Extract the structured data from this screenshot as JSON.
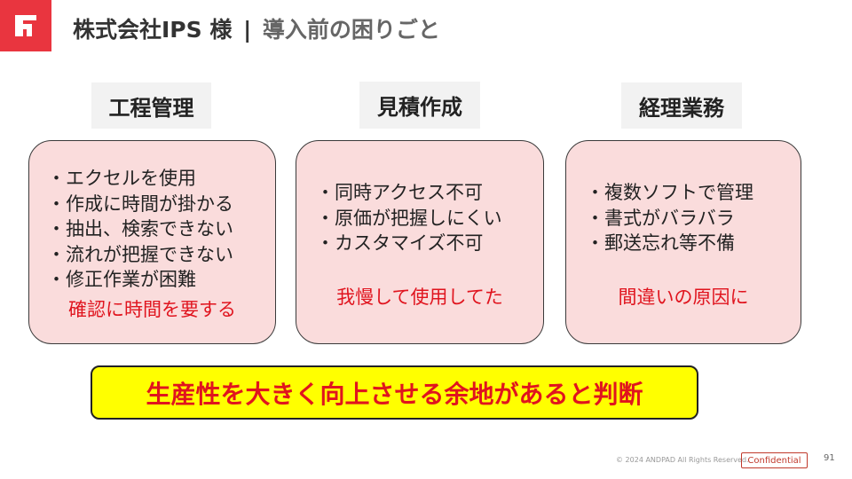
{
  "colors": {
    "brand": "#e9353f",
    "card": "#fadcdc",
    "accent_text": "#e0141e",
    "banner": "#ffff00"
  },
  "logo": {
    "icon": "brand-logo-icon"
  },
  "header": {
    "client": "株式会社IPS 様",
    "separator": "|",
    "subtitle": "導入前の困りごと"
  },
  "columns": [
    {
      "heading": "工程管理",
      "items": [
        "エクセルを使用",
        "作成に時間が掛かる",
        "抽出、検索できない",
        "流れが把握できない",
        "修正作業が困難"
      ],
      "note": "確認に時間を要する"
    },
    {
      "heading": "見積作成",
      "items": [
        "同時アクセス不可",
        "原価が把握しにくい",
        "カスタマイズ不可"
      ],
      "note": "我慢して使用してた"
    },
    {
      "heading": "経理業務",
      "items": [
        "複数ソフトで管理",
        "書式がバラバラ",
        "郵送忘れ等不備"
      ],
      "note": "間違いの原因に"
    }
  ],
  "banner": "生産性を大きく向上させる余地があると判断",
  "footer": {
    "copyright": "© 2024 ANDPAD All Rights Reserved.",
    "confidential": "Confidential",
    "page": "91"
  }
}
